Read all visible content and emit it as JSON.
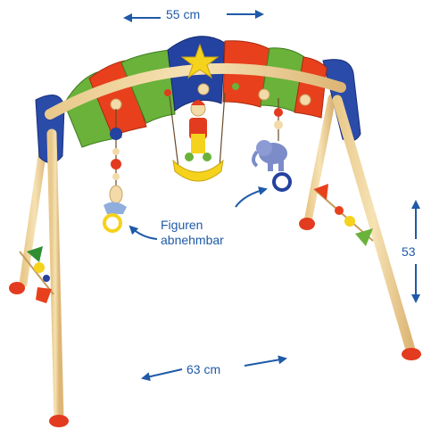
{
  "photo": {
    "subject": "wooden baby play gym",
    "colors": {
      "wood": "#f1d49a",
      "red": "#e8401c",
      "green": "#6ab23a",
      "blue": "#1f3f9c",
      "yellow": "#f5d21c",
      "annotation": "#1f5aa8"
    }
  },
  "annotations": {
    "width_label": "55 cm",
    "depth_label": "63 cm",
    "height_label": "53",
    "removable_line1": "Figuren",
    "removable_line2": "abnehmbar"
  }
}
